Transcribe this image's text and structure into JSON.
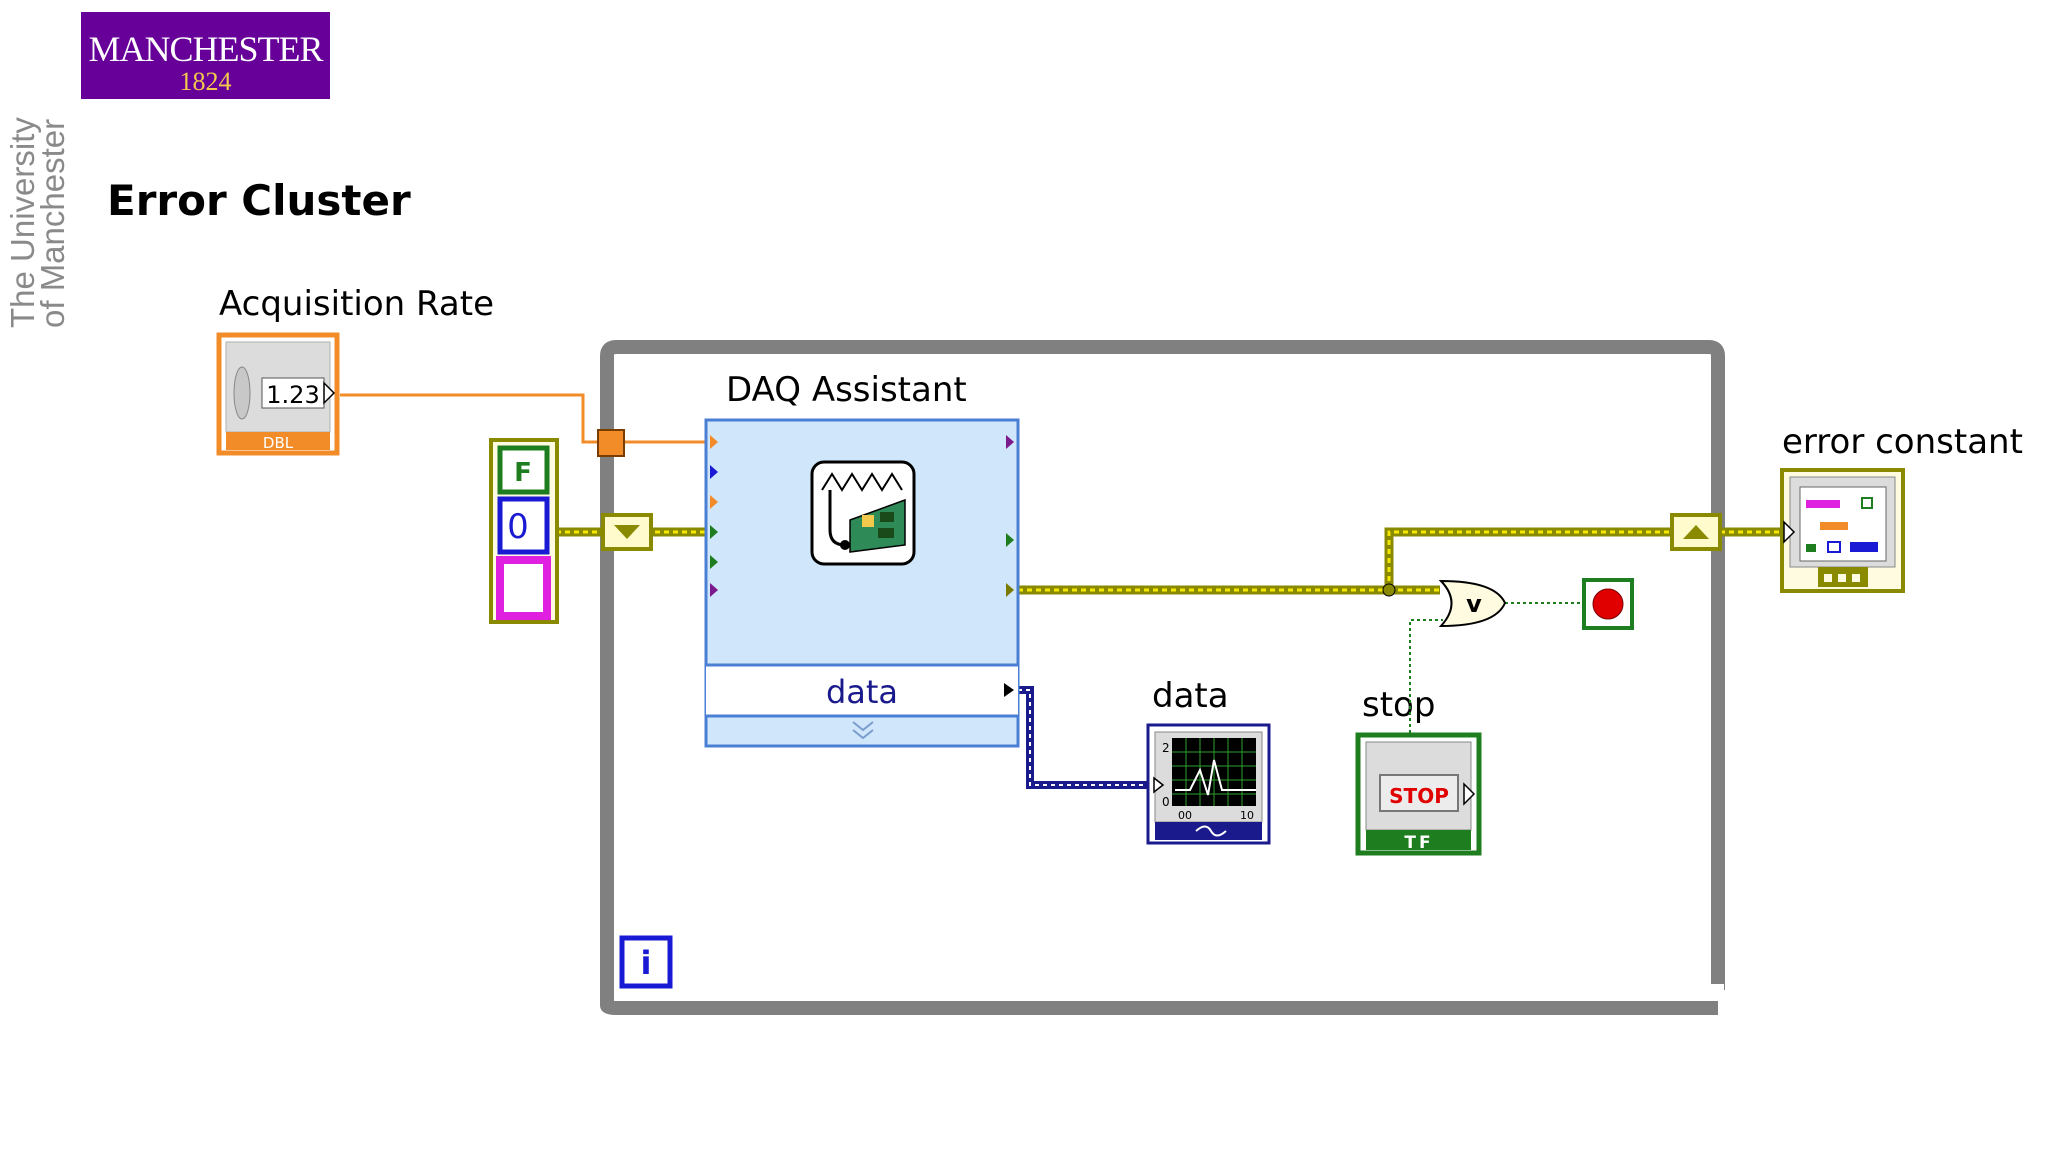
{
  "logo": {
    "line1": "MANCHESTER",
    "line2": "1824",
    "vertical_text_1": "The University",
    "vertical_text_2": "of Manchester"
  },
  "title": "Error Cluster",
  "colors": {
    "brand_purple": "#660099",
    "brand_gold": "#f2c94c",
    "orange_wire": "#f28c28",
    "error_wire": "#8a8a00",
    "blue_wire": "#1a1a8c",
    "loop_border": "#808080",
    "daq_fill": "#cfe6fb",
    "daq_border": "#4a7fd4",
    "green": "#1e7d1e"
  },
  "nodes": {
    "acquisition_rate": {
      "label": "Acquisition Rate",
      "value": "1.23",
      "type_tag": "DBL"
    },
    "error_cluster_constant": {
      "status": "F",
      "code": "0"
    },
    "daq_assistant": {
      "label": "DAQ Assistant",
      "output_label": "data"
    },
    "graph_indicator": {
      "label": "data",
      "y_tick_top": "2",
      "y_tick_bottom": "0",
      "x_tick_start": "00",
      "x_tick_end": "10"
    },
    "or_function": {
      "symbol": "v"
    },
    "stop_button": {
      "label": "stop",
      "text": "STOP",
      "type_tag": "TF"
    },
    "error_constant": {
      "label": "error constant"
    },
    "loop_iteration": {
      "symbol": "i"
    }
  }
}
